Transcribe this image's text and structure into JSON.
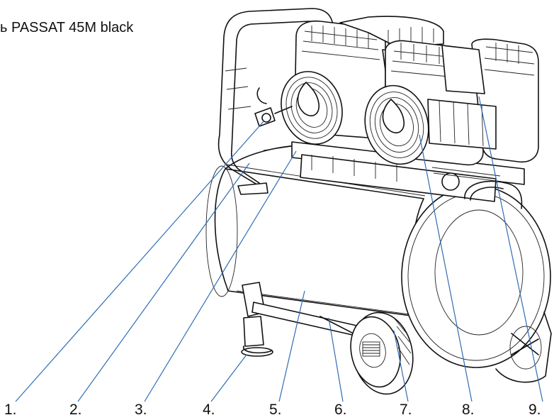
{
  "title": "ь PASSAT 45M black",
  "callouts": [
    "1.",
    "2.",
    "3.",
    "4.",
    "5.",
    "6.",
    "7.",
    "8.",
    "9."
  ],
  "colors": {
    "leader_line": "#2f6db3",
    "drawing": "#111111",
    "background": "#ffffff"
  }
}
